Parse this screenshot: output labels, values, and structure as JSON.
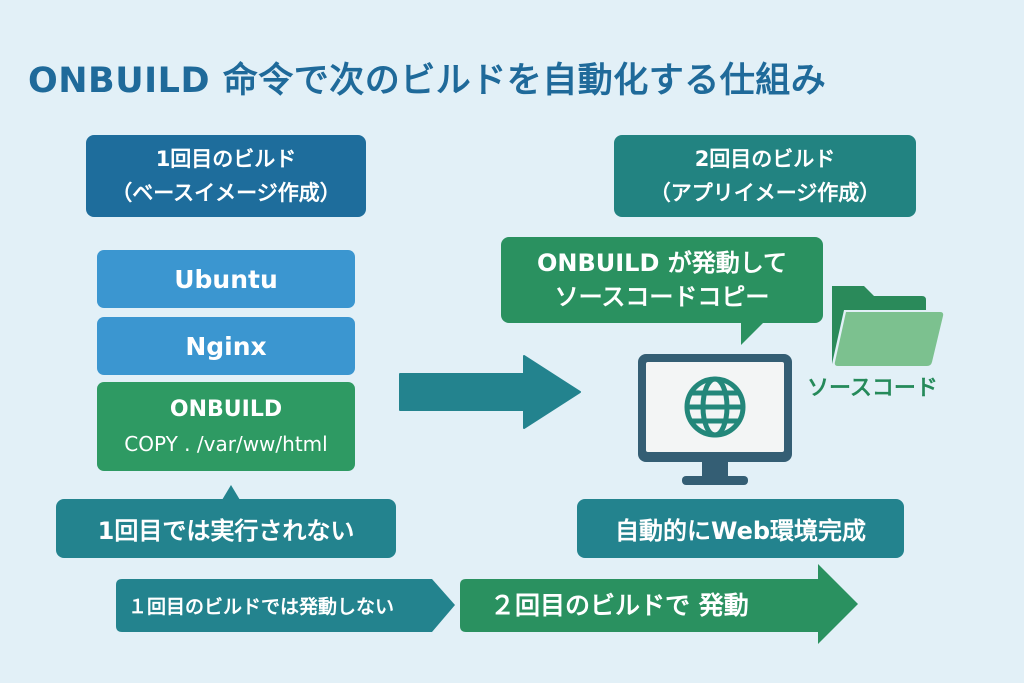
{
  "title": "ONBUILD 命令で次のビルドを自動化する仕組み",
  "first_build": {
    "header_line1": "1回目のビルド",
    "header_line2": "（ベースイメージ作成）",
    "layers": [
      {
        "label": "Ubuntu"
      },
      {
        "label": "Nginx"
      },
      {
        "label": "ONBUILD",
        "sub": "COPY . /var/ww/html"
      }
    ],
    "callout": "1回目では実行されない"
  },
  "second_build": {
    "header_line1": "2回目のビルド",
    "header_line2": "（アプリイメージ作成）",
    "speech_line1": "ONBUILD が発動して",
    "speech_line2": "ソースコードコピー",
    "source_label": "ソースコード",
    "result": "自動的にWeb環境完成"
  },
  "flow": {
    "step1": "１回目のビルドでは発動しない",
    "step2": "２回目のビルドで 発動"
  },
  "icons": {
    "monitor": "monitor-globe-icon",
    "folder": "folder-icon",
    "arrow": "arrow-right-icon"
  },
  "colors": {
    "background": "#e2f0f7",
    "title": "#1f6a9a",
    "blue_dark": "#1e6d9c",
    "blue_light": "#3b96d0",
    "teal": "#23838e",
    "green": "#2e9a63",
    "folder_light": "#7cc18f"
  }
}
